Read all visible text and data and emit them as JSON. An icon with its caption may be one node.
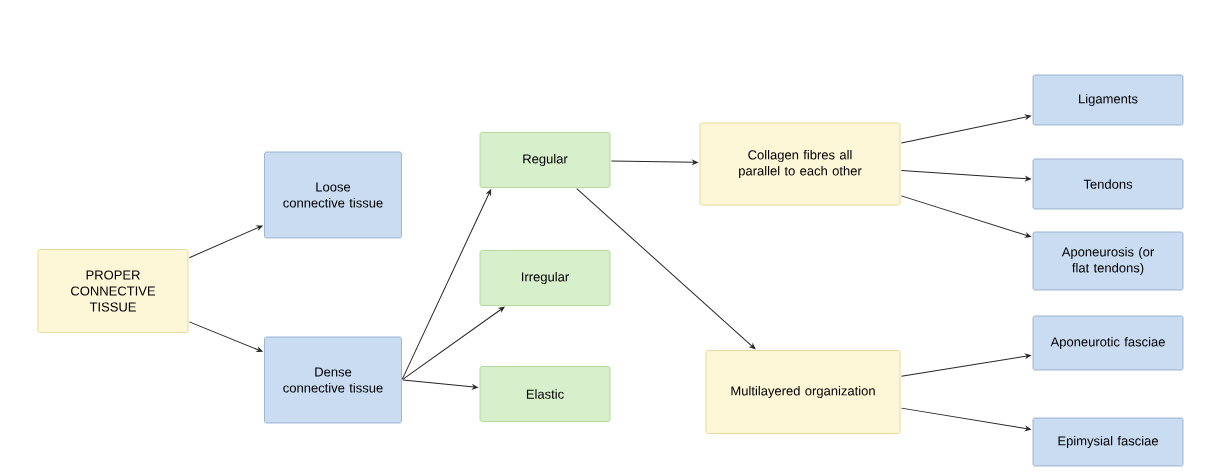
{
  "diagram": {
    "nodes": [
      {
        "text": [
          "PROPER CONNECTIVE TISSUE"
        ]
      },
      {
        "text": [
          "Loose connective tissue"
        ]
      },
      {
        "text": [
          "Dense connective tissue"
        ]
      },
      {
        "text": [
          "Regular"
        ]
      },
      {
        "text": [
          "Irregular"
        ]
      },
      {
        "text": [
          "Elastic"
        ]
      },
      {
        "text": [
          "Collagen fibres all parallel to each other"
        ]
      },
      {
        "text": [
          "Multilayered organization"
        ]
      },
      {
        "text": [
          "Ligaments"
        ]
      },
      {
        "text": [
          "Tendons"
        ]
      },
      {
        "text": [
          "Aponeurosis (or flat tendons)"
        ]
      },
      {
        "text": [
          "Aponeurotic fasciae"
        ]
      },
      {
        "text": [
          "Epimysial fasciae"
        ]
      }
    ],
    "edges": [
      {
        "from": 0,
        "to": 1,
        "arrow": "to"
      },
      {
        "from": 0,
        "to": 2,
        "arrow": "to"
      },
      {
        "from": 2,
        "to": 3,
        "arrow": "to"
      },
      {
        "from": 2,
        "to": 4,
        "arrow": "to"
      },
      {
        "from": 2,
        "to": 5,
        "arrow": "to"
      },
      {
        "from": 3,
        "to": 6,
        "arrow": "to"
      },
      {
        "from": 3,
        "to": 7,
        "arrow": "to"
      },
      {
        "from": 6,
        "to": 8,
        "arrow": "to"
      },
      {
        "from": 6,
        "to": 9,
        "arrow": "to"
      },
      {
        "from": 6,
        "to": 10,
        "arrow": "to"
      },
      {
        "from": 7,
        "to": 11,
        "arrow": "to"
      },
      {
        "from": 7,
        "to": 12,
        "arrow": "to"
      }
    ]
  }
}
